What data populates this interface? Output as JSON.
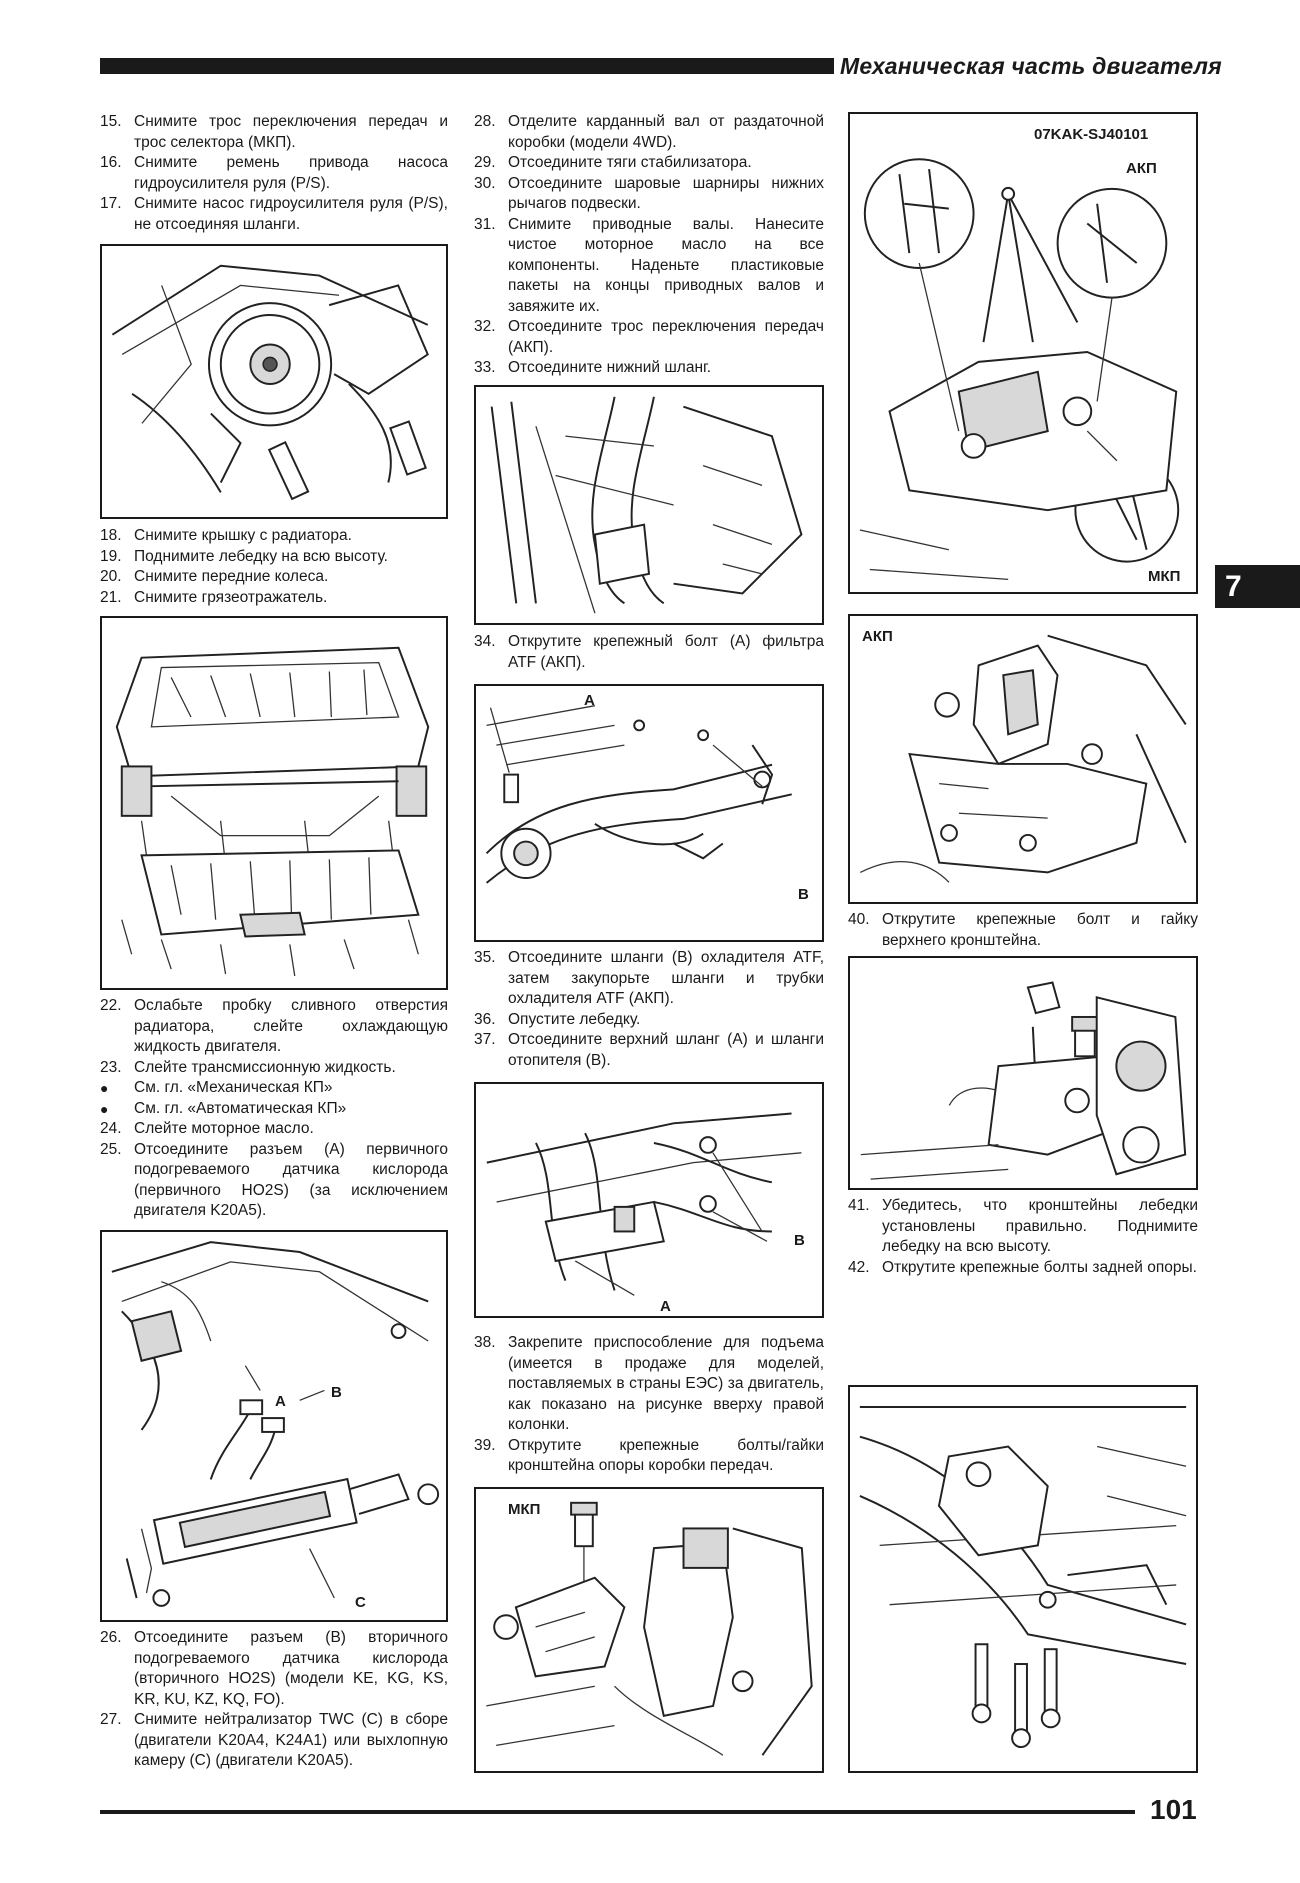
{
  "header": {
    "title": "Механическая часть двигателя"
  },
  "chapter_tab": "7",
  "page_number": "101",
  "col1_top": [
    {
      "num": "15.",
      "text": "Снимите трос переключения передач и трос селектора (МКП)."
    },
    {
      "num": "16.",
      "text": "Снимите ремень привода насоса гидроусилителя руля (P/S)."
    },
    {
      "num": "17.",
      "text": "Снимите насос гидроусилителя руля (P/S), не отсоединяя шланги."
    }
  ],
  "col1_mid": [
    {
      "num": "18.",
      "text": "Снимите крышку с радиатора."
    },
    {
      "num": "19.",
      "text": "Поднимите лебедку на всю высоту."
    },
    {
      "num": "20.",
      "text": "Снимите передние колеса."
    },
    {
      "num": "21.",
      "text": "Снимите грязеотражатель."
    }
  ],
  "col1_lower": [
    {
      "num": "22.",
      "text": "Ослабьте пробку сливного отверстия радиатора, слейте охлаждающую жидкость двигателя."
    },
    {
      "num": "23.",
      "text": "Слейте трансмиссионную жидкость."
    },
    {
      "num": "●",
      "text": "См. гл. «Механическая КП»"
    },
    {
      "num": "●",
      "text": "См. гл. «Автоматическая КП»"
    },
    {
      "num": "24.",
      "text": "Слейте моторное масло."
    },
    {
      "num": "25.",
      "text": "Отсоедините разъем (А) первичного подогреваемого датчика кислорода (первичного HO2S) (за исключением двигателя K20A5)."
    }
  ],
  "col1_bottom": [
    {
      "num": "26.",
      "text": "Отсоедините разъем (В) вторичного подогреваемого датчика кислорода (вторичного HO2S) (модели KE, KG, KS, KR, KU, KZ, KQ, FO)."
    },
    {
      "num": "27.",
      "text": "Снимите нейтрализатор TWC (С) в сборе (двигатели K20A4, K24A1) или выхлопную камеру (С) (двигатели K20A5)."
    }
  ],
  "col2_top": [
    {
      "num": "28.",
      "text": "Отделите карданный вал от раздаточной коробки (модели 4WD)."
    },
    {
      "num": "29.",
      "text": "Отсоедините тяги стабилизатора."
    },
    {
      "num": "30.",
      "text": "Отсоедините шаровые шарниры нижних рычагов подвески."
    },
    {
      "num": "31.",
      "text": "Снимите приводные валы. Нанесите чистое моторное масло на все компоненты. Наденьте пластиковые пакеты на концы приводных валов и завяжите их."
    },
    {
      "num": "32.",
      "text": "Отсоедините трос переключения передач (АКП)."
    },
    {
      "num": "33.",
      "text": "Отсоедините нижний шланг."
    }
  ],
  "col2_mid1": [
    {
      "num": "34.",
      "text": "Открутите крепежный болт (А) фильтра ATF (АКП)."
    }
  ],
  "col2_mid2": [
    {
      "num": "35.",
      "text": "Отсоедините шланги (В) охладителя ATF, затем закупорьте шланги и трубки охладителя ATF (АКП)."
    },
    {
      "num": "36.",
      "text": "Опустите лебедку."
    },
    {
      "num": "37.",
      "text": "Отсоедините верхний шланг (А) и шланги отопителя (В)."
    }
  ],
  "col2_lower": [
    {
      "num": "38.",
      "text": "Закрепите приспособление для подъема (имеется в продаже для моделей, поставляемых в страны ЕЭС) за двигатель, как показано на рисунке вверху правой колонки."
    },
    {
      "num": "39.",
      "text": "Открутите крепежные болты/гайки кронштейна опоры коробки передач."
    }
  ],
  "col3_mid": [
    {
      "num": "40.",
      "text": "Открутите крепежные болт и гайку верхнего кронштейна."
    }
  ],
  "col3_lower": [
    {
      "num": "41.",
      "text": "Убедитесь, что кронштейны лебедки установлены правильно. Поднимите лебедку на всю высоту."
    },
    {
      "num": "42.",
      "text": "Открутите крепежные болты задней опоры."
    }
  ],
  "figures": {
    "fig_tool": {
      "code": "07KAK-SJ40101",
      "akp": "АКП",
      "mkp": "МКП"
    },
    "fig_atf_filter": {
      "a": "A",
      "b": "B"
    },
    "fig_hoses": {
      "a": "A",
      "b": "B"
    },
    "fig_exhaust": {
      "a": "A",
      "b": "B",
      "c": "C"
    },
    "fig_mount_mkp": {
      "label": "МКП"
    },
    "fig_mount_akp": {
      "label": "АКП"
    }
  }
}
